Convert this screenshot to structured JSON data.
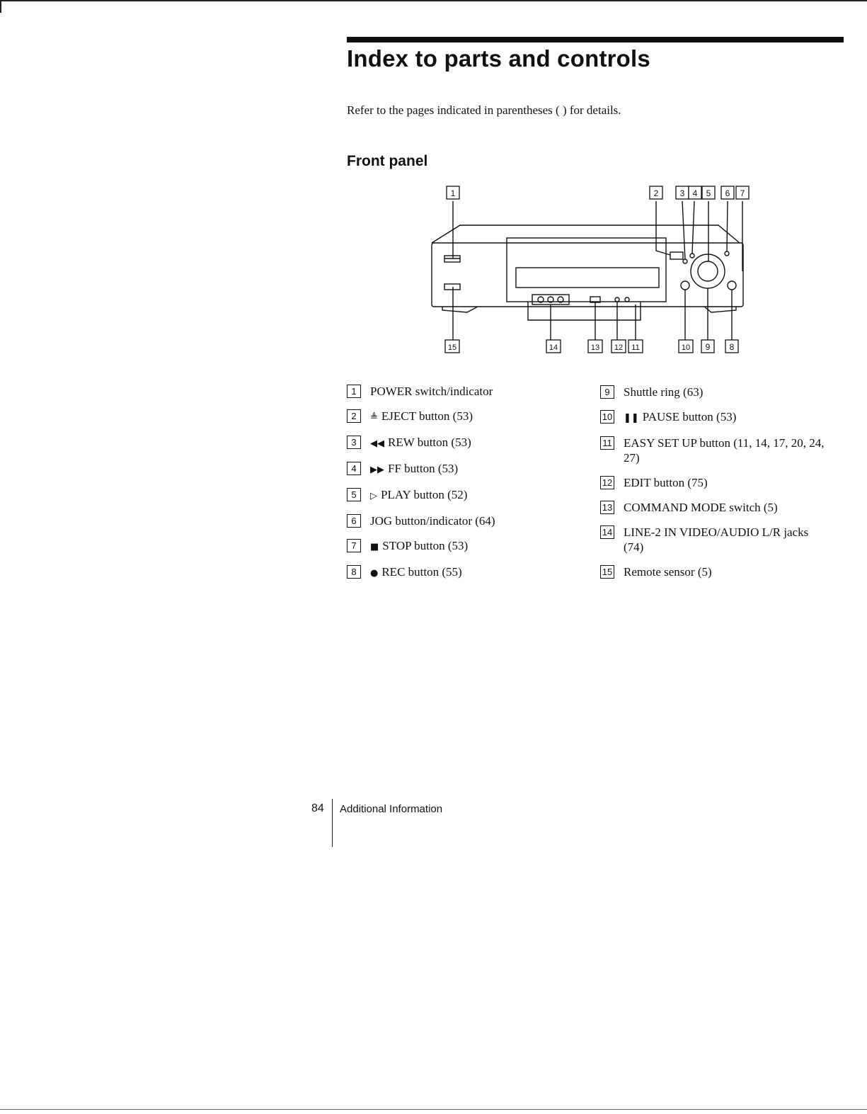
{
  "page": {
    "title": "Index to parts and controls",
    "intro": "Refer to the pages indicated in parentheses (   ) for details.",
    "section_heading": "Front panel"
  },
  "diagram": {
    "callouts": [
      "1",
      "2",
      "3",
      "4",
      "5",
      "6",
      "7",
      "8",
      "9",
      "10",
      "11",
      "12",
      "13",
      "14",
      "15"
    ]
  },
  "parts_left": [
    {
      "num": "1",
      "symbol": "",
      "label": "POWER switch/indicator"
    },
    {
      "num": "2",
      "symbol": "≜",
      "label": "EJECT button (53)"
    },
    {
      "num": "3",
      "symbol": "◀◀",
      "label": "REW button (53)"
    },
    {
      "num": "4",
      "symbol": "▶▶",
      "label": "FF button (53)"
    },
    {
      "num": "5",
      "symbol": "▷",
      "label": "PLAY button (52)"
    },
    {
      "num": "6",
      "symbol": "",
      "label": "JOG button/indicator (64)"
    },
    {
      "num": "7",
      "symbol": "■",
      "label": "STOP button (53)"
    },
    {
      "num": "8",
      "symbol": "●",
      "label": "REC button (55)"
    }
  ],
  "parts_right": [
    {
      "num": "9",
      "symbol": "",
      "label": "Shuttle ring (63)"
    },
    {
      "num": "10",
      "symbol": "❚❚",
      "label": "PAUSE button (53)"
    },
    {
      "num": "11",
      "symbol": "",
      "label": "EASY SET UP button (11, 14, 17, 20, 24, 27)"
    },
    {
      "num": "12",
      "symbol": "",
      "label": "EDIT button (75)"
    },
    {
      "num": "13",
      "symbol": "",
      "label": "COMMAND MODE switch (5)"
    },
    {
      "num": "14",
      "symbol": "",
      "label": "LINE-2 IN VIDEO/AUDIO L/R jacks (74)"
    },
    {
      "num": "15",
      "symbol": "",
      "label": "Remote sensor (5)"
    }
  ],
  "footer": {
    "page_number": "84",
    "section": "Additional Information"
  }
}
